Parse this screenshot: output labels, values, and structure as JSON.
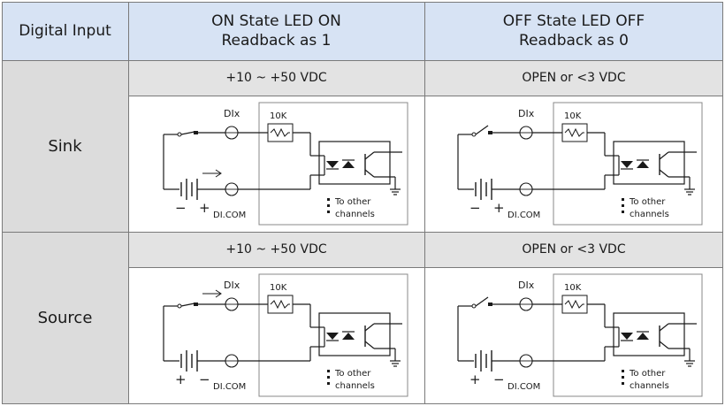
{
  "table": {
    "col_header": "Digital Input",
    "on_header_line1": "ON State LED ON",
    "on_header_line2": "Readback as 1",
    "off_header_line1": "OFF State LED OFF",
    "off_header_line2": "Readback as 0",
    "sink_label": "Sink",
    "source_label": "Source",
    "sink_on_voltage": "+10 ~ +50 VDC",
    "sink_off_voltage": "OPEN or <3 VDC",
    "source_on_voltage": "+10 ~ +50 VDC",
    "source_off_voltage": "OPEN or <3 VDC"
  },
  "circuit": {
    "dix": "DIx",
    "resistor": "10K",
    "dicom": "DI.COM",
    "note_line1": "To other",
    "note_line2": "channels",
    "plus": "+",
    "minus": "−"
  },
  "colors": {
    "header_blue": "#d7e3f4",
    "header_gray": "#dcdcdc",
    "subheader_gray": "#e3e3e3",
    "grid_line": "#7a7a7a",
    "wire": "#1a1a1a"
  }
}
